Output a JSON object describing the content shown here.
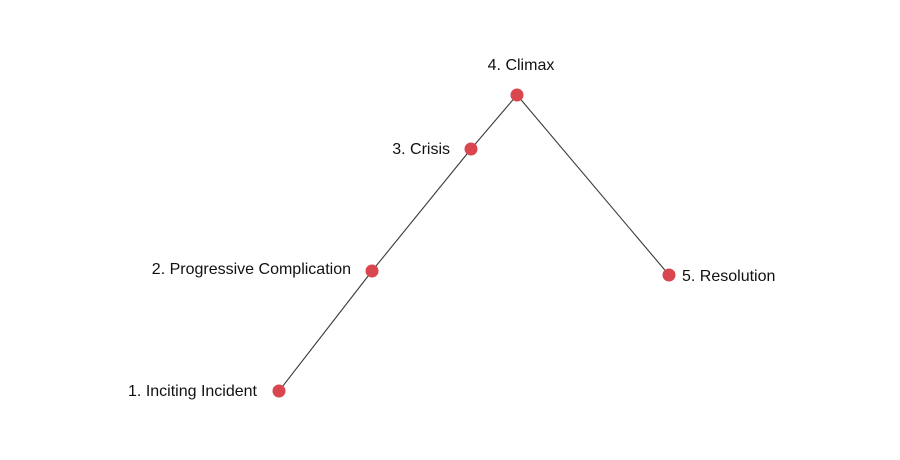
{
  "diagram": {
    "type": "story-arc",
    "point_color": "#d9464f",
    "line_color": "#3a3a3a",
    "stages": [
      {
        "label": "1. Inciting Incident"
      },
      {
        "label": "2. Progressive Complication"
      },
      {
        "label": "3. Crisis"
      },
      {
        "label": "4. Climax"
      },
      {
        "label": "5. Resolution"
      }
    ]
  }
}
